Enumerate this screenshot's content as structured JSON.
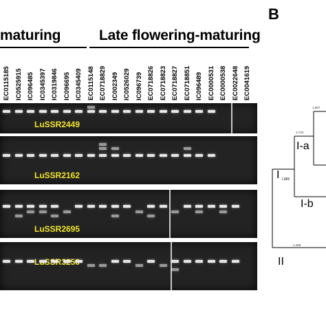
{
  "figure": {
    "panel_b_letter": "B",
    "group_early": "maturing",
    "group_late": "Late flowering-maturing",
    "lanes": [
      "EC0115185",
      "IC0525915",
      "IC096485",
      "IC0345397",
      "IC0319846",
      "IC096695",
      "IC0345409",
      "EC0115148",
      "EC0718829",
      "IC002349",
      "IC0526029",
      "IC096739",
      "EC0718826",
      "EC0718823",
      "EC0718827",
      "EC0718851",
      "IC096489",
      "EC0000531",
      "EC0000538",
      "EC0022648",
      "EC0041619"
    ],
    "markers": [
      "LuSSR2449",
      "LuSSR2162",
      "LuSSR2695",
      "LuSSR3250"
    ],
    "clades": {
      "root": "I",
      "root_sub": "I,065",
      "a": "I-a",
      "b": "I-b",
      "c": "II"
    },
    "branch_lengths": [
      "1.657",
      "1.744",
      "1.405"
    ]
  }
}
